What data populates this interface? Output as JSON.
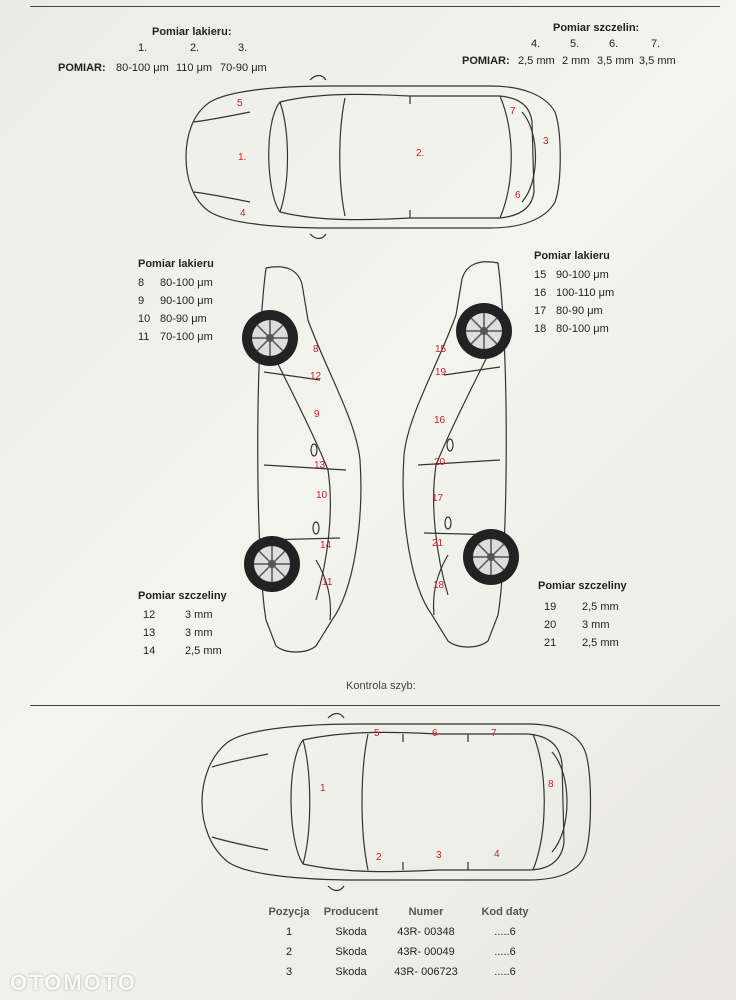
{
  "top_paint": {
    "title": "Pomiar lakieru:",
    "label": "POMIAR:",
    "cols": [
      {
        "n": "1.",
        "v": "80-100 μm"
      },
      {
        "n": "2.",
        "v": "110 μm"
      },
      {
        "n": "3.",
        "v": "70-90 μm"
      }
    ]
  },
  "top_gap": {
    "title": "Pomiar szczelin:",
    "label": "POMIAR:",
    "cols": [
      {
        "n": "4.",
        "v": "2,5 mm"
      },
      {
        "n": "5.",
        "v": "2 mm"
      },
      {
        "n": "6.",
        "v": "3,5 mm"
      },
      {
        "n": "7.",
        "v": "3,5 mm"
      }
    ]
  },
  "top_car_marks": [
    "1.",
    "2.",
    "3",
    "4",
    "5",
    "6",
    "7"
  ],
  "side_left": {
    "paint_title": "Pomiar lakieru",
    "paint": [
      {
        "n": "8",
        "v": "80-100 μm"
      },
      {
        "n": "9",
        "v": "90-100 μm"
      },
      {
        "n": "10",
        "v": "80-90 μm"
      },
      {
        "n": "11",
        "v": "70-100 μm"
      }
    ],
    "gap_title": "Pomiar szczeliny",
    "gap": [
      {
        "n": "12",
        "v": "3 mm"
      },
      {
        "n": "13",
        "v": "3 mm"
      },
      {
        "n": "14",
        "v": "2,5 mm"
      }
    ],
    "marks": [
      "8",
      "12",
      "9",
      "13",
      "10",
      "14",
      "11"
    ]
  },
  "side_right": {
    "paint_title": "Pomiar lakieru",
    "paint": [
      {
        "n": "15",
        "v": "90-100 μm"
      },
      {
        "n": "16",
        "v": "100-110 μm"
      },
      {
        "n": "17",
        "v": "80-90 μm"
      },
      {
        "n": "18",
        "v": "80-100 μm"
      }
    ],
    "gap_title": "Pomiar szczeliny",
    "gap": [
      {
        "n": "19",
        "v": "2,5 mm"
      },
      {
        "n": "20",
        "v": "3 mm"
      },
      {
        "n": "21",
        "v": "2,5 mm"
      }
    ],
    "marks": [
      "15",
      "19",
      "16",
      "20",
      "17",
      "21",
      "18"
    ]
  },
  "glass": {
    "title": "Kontrola szyb:",
    "marks": [
      "1",
      "2",
      "3",
      "4",
      "5",
      "6",
      "7",
      "8"
    ]
  },
  "production": {
    "headers": [
      "Pozycja",
      "Producent",
      "Numer",
      "Kod daty"
    ],
    "rows": [
      [
        "1",
        "Skoda",
        "43R- 00348",
        ".....6"
      ],
      [
        "2",
        "Skoda",
        "43R- 00049",
        ".....6"
      ],
      [
        "3",
        "Skoda",
        "43R- 006723",
        ".....6"
      ]
    ]
  },
  "watermark": "OTOMOTO"
}
